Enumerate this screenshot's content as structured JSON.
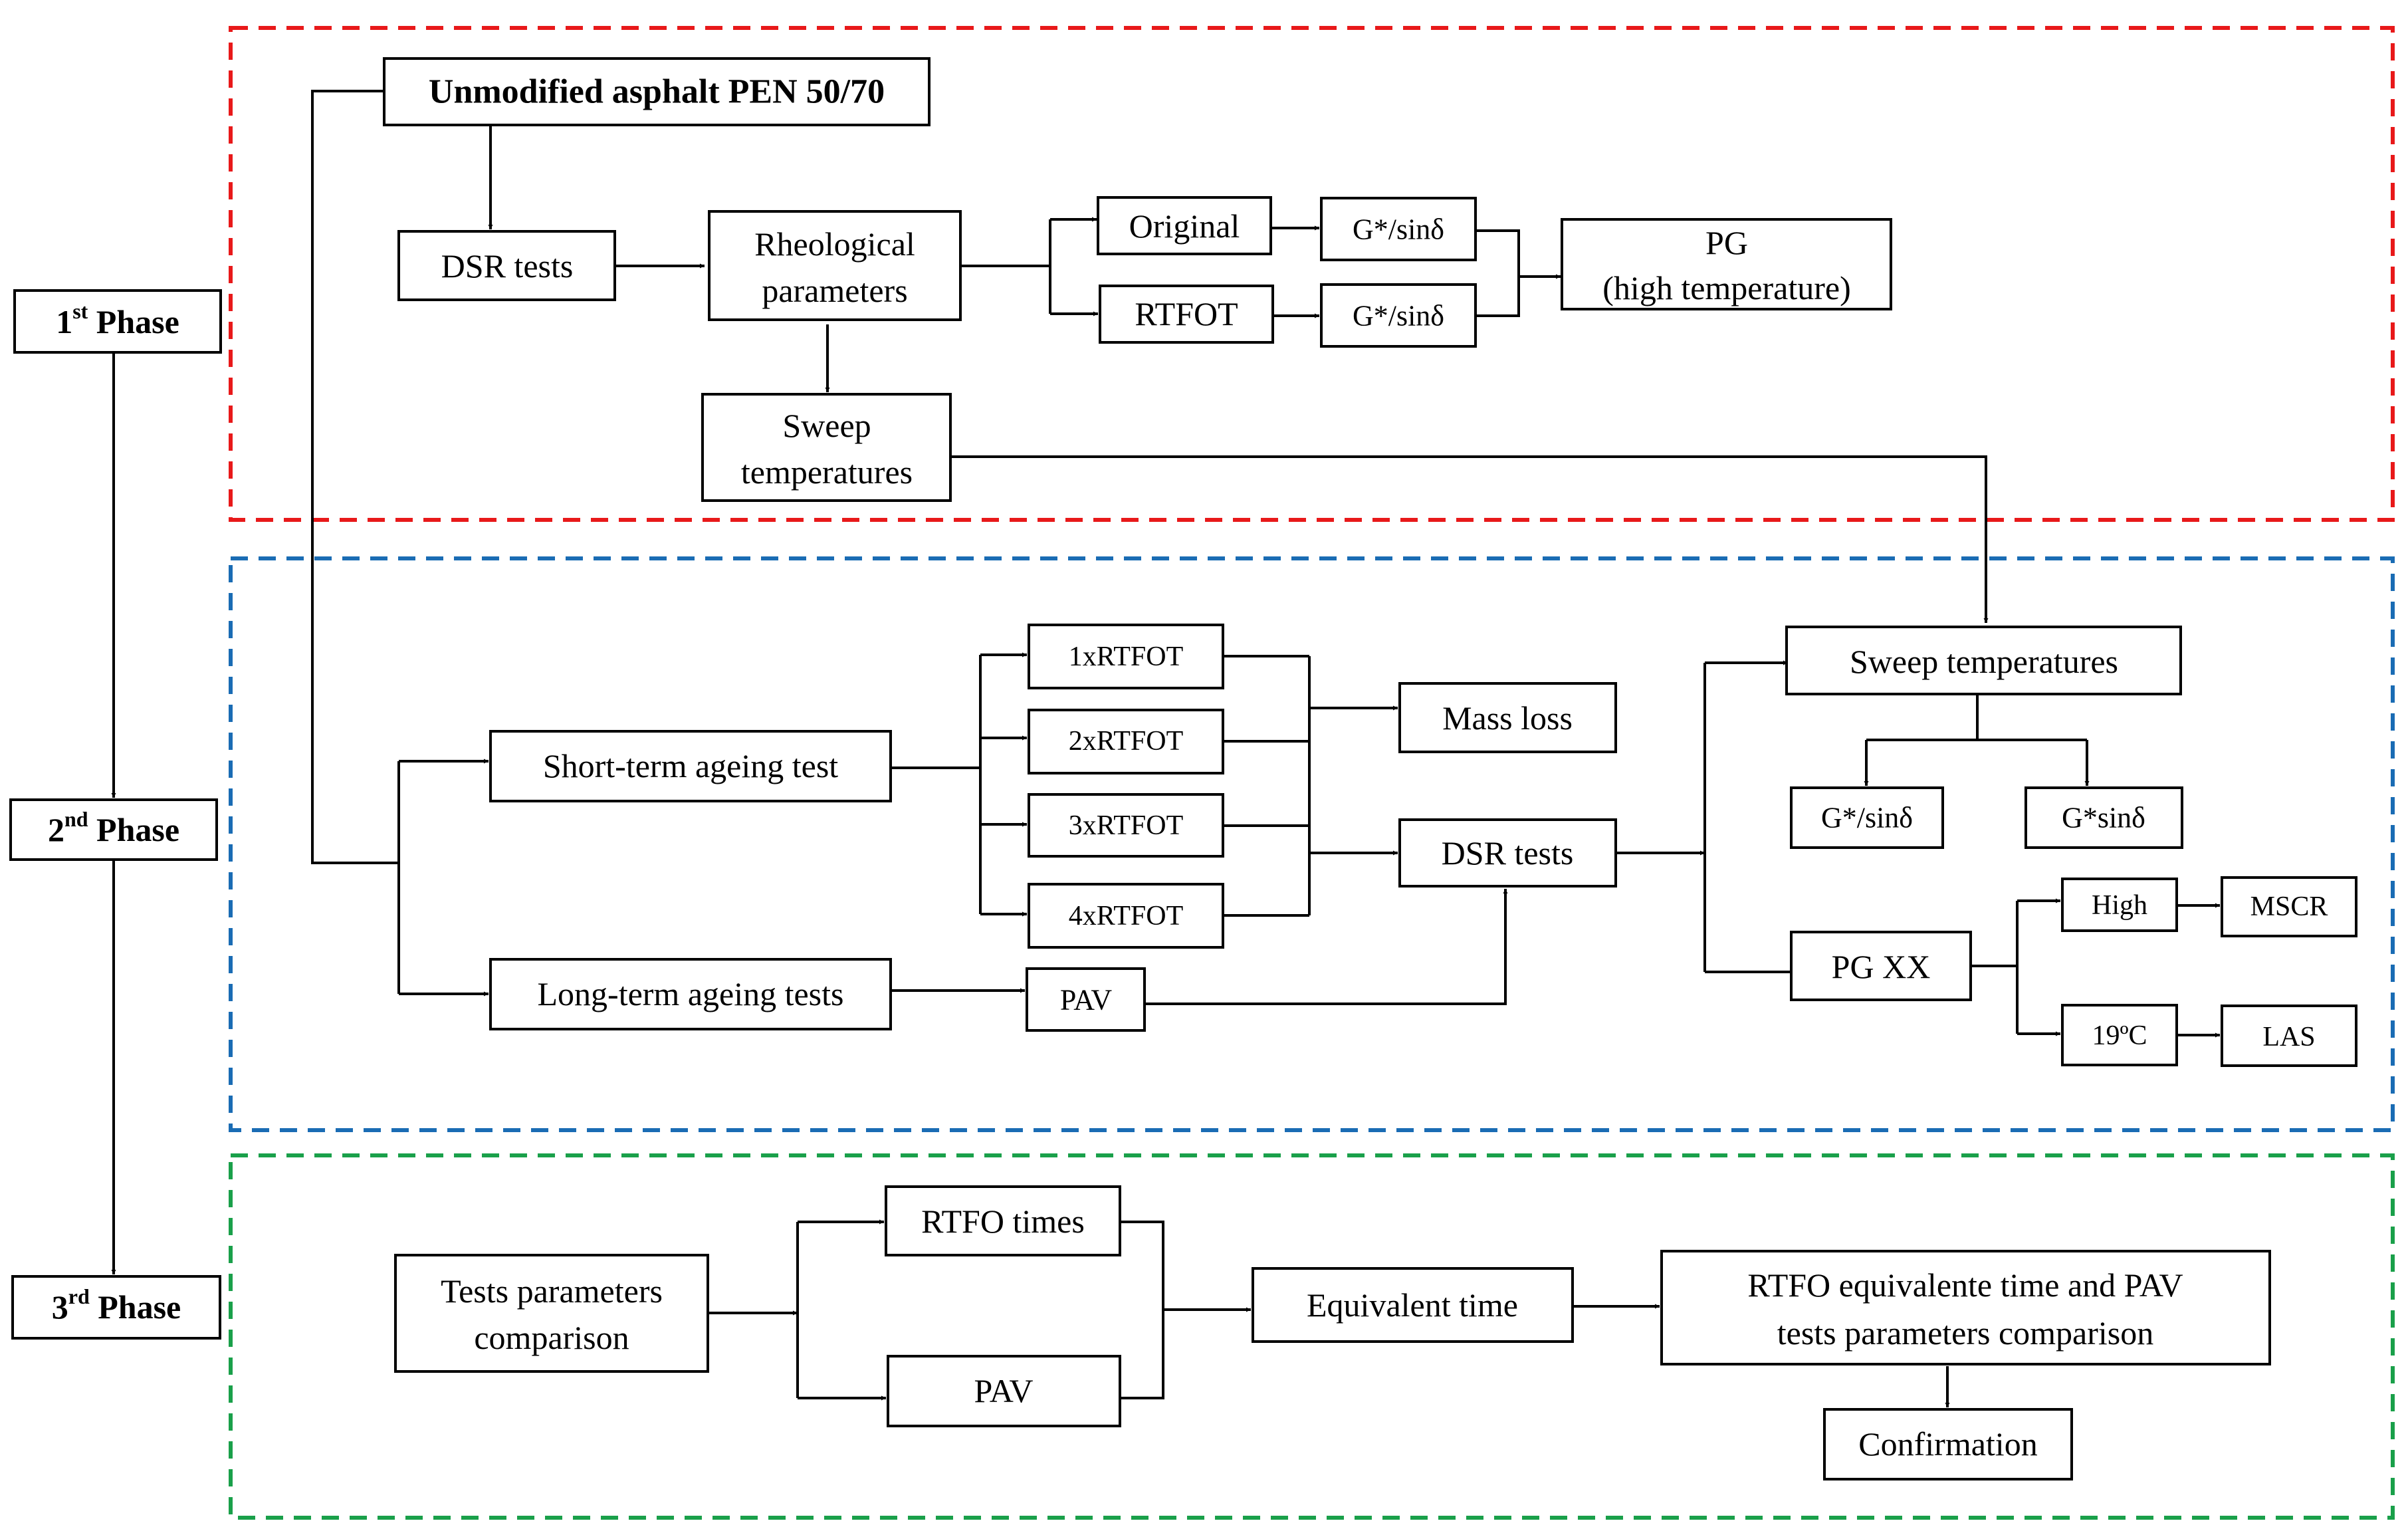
{
  "phases": {
    "p1": {
      "num": "1",
      "sup": "st",
      "word": " Phase"
    },
    "p2": {
      "num": "2",
      "sup": "nd",
      "word": " Phase"
    },
    "p3": {
      "num": "3",
      "sup": "rd",
      "word": " Phase"
    }
  },
  "frames": {
    "phase1_color": "#e8191a",
    "phase2_color": "#1a6cb4",
    "phase3_color": "#1aa04a"
  },
  "nodes": {
    "unmodified": "Unmodified  asphalt PEN 50/70",
    "dsr1": "DSR tests",
    "rheo": [
      "Rheological",
      "parameters"
    ],
    "original": "Original",
    "rtfot": "RTFOT",
    "gsin_orig": "G*/sinδ",
    "gsin_rtfot": "G*/sinδ",
    "pg_high": [
      "PG",
      "(high  temperature)"
    ],
    "sweep1": [
      "Sweep",
      "temperatures"
    ],
    "short_term": "Short-term  ageing  test",
    "long_term": "Long-term  ageing  tests",
    "r1": "1xRTFOT",
    "r2": "2xRTFOT",
    "r3": "3xRTFOT",
    "r4": "4xRTFOT",
    "pav1": "PAV",
    "mass_loss": "Mass loss",
    "dsr2": "DSR tests",
    "sweep2": "Sweep temperatures",
    "gsin2": "G*/sinδ",
    "gsin_prod": "G*sinδ",
    "pgxx": "PG XX",
    "high": "High",
    "deg19": "19ºC",
    "mscr": "MSCR",
    "las": "LAS",
    "tests_param": [
      "Tests parameters",
      "comparison"
    ],
    "rtfo_times": "RTFO times",
    "pav2": "PAV",
    "equiv": "Equivalent  time",
    "rtfo_equiv": [
      "RTFO equivalente  time  and PAV",
      "tests parameters  comparison"
    ],
    "confirmation": "Confirmation"
  }
}
